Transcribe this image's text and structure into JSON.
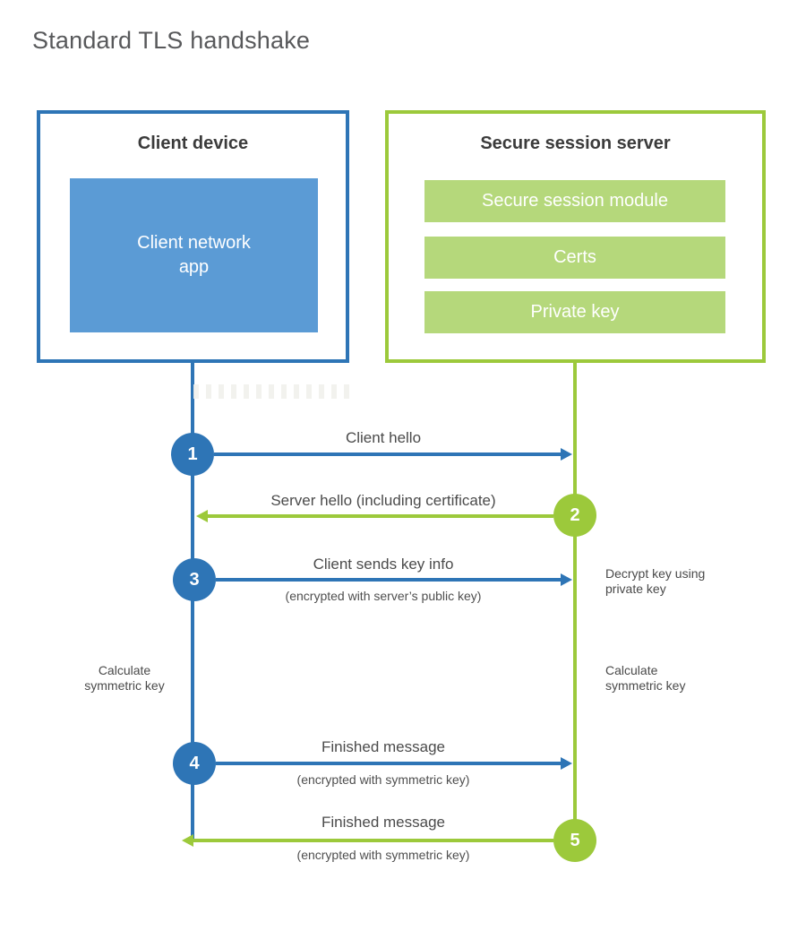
{
  "page": {
    "title": "Standard TLS handshake"
  },
  "client": {
    "title": "Client device",
    "app_label": "Client network\napp"
  },
  "server": {
    "title": "Secure session server",
    "modules": [
      "Secure session module",
      "Certs",
      "Private key"
    ]
  },
  "steps": [
    {
      "number": "1",
      "label": "Client hello",
      "sublabel": "",
      "from": "client",
      "to": "server"
    },
    {
      "number": "2",
      "label": "Server hello (including certificate)",
      "sublabel": "",
      "from": "server",
      "to": "client"
    },
    {
      "number": "3",
      "label": "Client sends key info",
      "sublabel": "(encrypted with server’s public key)",
      "from": "client",
      "to": "server"
    },
    {
      "number": "4",
      "label": "Finished message",
      "sublabel": "(encrypted with symmetric key)",
      "from": "client",
      "to": "server"
    },
    {
      "number": "5",
      "label": "Finished message",
      "sublabel": "(encrypted with symmetric key)",
      "from": "server",
      "to": "client"
    }
  ],
  "annotations": {
    "decrypt_key": "Decrypt key using\nprivate key",
    "calculate_left": "Calculate\nsymmetric key",
    "calculate_right": "Calculate\nsymmetric key"
  },
  "colors": {
    "client_blue": "#2e75b6",
    "client_fill_blue": "#5b9bd5",
    "server_green": "#9cc93b",
    "server_fill_green": "#b5d87b"
  }
}
